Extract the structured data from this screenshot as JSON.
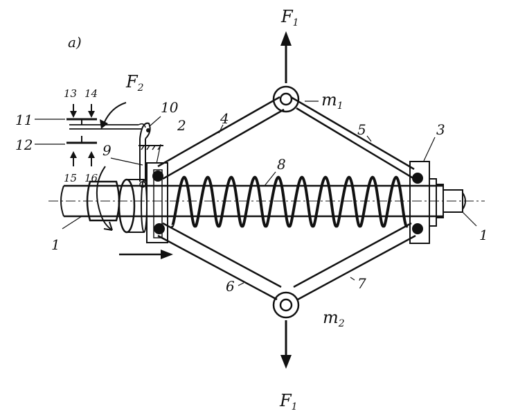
{
  "figure": {
    "panel_label": "a)",
    "forces": {
      "top": {
        "base": "F",
        "sub": "1"
      },
      "bottom": {
        "base": "F",
        "sub": "1"
      },
      "lever": {
        "base": "F",
        "sub": "2"
      }
    },
    "masses": {
      "top": {
        "base": "m",
        "sub": "1"
      },
      "bottom": {
        "base": "m",
        "sub": "2"
      }
    },
    "part_labels": {
      "shaft_left": "1",
      "shaft_right": "1",
      "left_collar": "2",
      "right_collar": "3",
      "link_upper_left": "4",
      "link_upper_right": "5",
      "link_lower_left": "6",
      "link_lower_right": "7",
      "spring": "8",
      "lever_rod": "9",
      "lever_pivot": "10",
      "upper_contact": "11",
      "lower_contact": "12",
      "terminal_13": "13",
      "terminal_14": "14",
      "terminal_15": "15",
      "terminal_16": "16"
    }
  }
}
